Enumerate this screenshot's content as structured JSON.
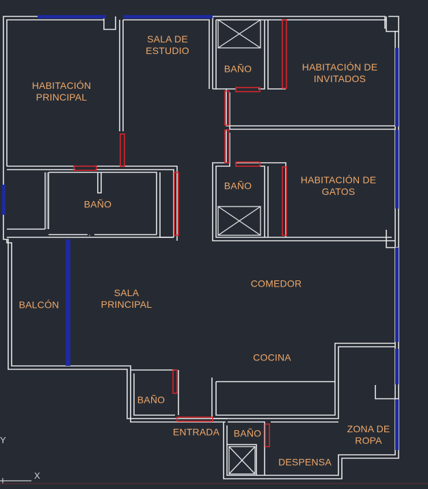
{
  "colors": {
    "background": "#262b33",
    "wall": "#e6e8ea",
    "window": "#1e2a9e",
    "door": "#d9262a",
    "label": "#f0a86a",
    "gray": "#9aa0a6"
  },
  "rooms": {
    "study": "SALA DE\nESTUDIO",
    "master_bedroom": "HABITACIÓN\nPRINCIPAL",
    "bath_top": "BAÑO",
    "guest_bedroom": "HABITACIÓN DE\nINVITADOS",
    "bath_mid": "BAÑO",
    "cats_bedroom": "HABITACIÓN DE\nGATOS",
    "bath_left": "BAÑO",
    "balcony": "BALCÓN",
    "living_room": "SALA\nPRINCIPAL",
    "dining": "COMEDOR",
    "kitchen": "COCINA",
    "bath_entry": "BAÑO",
    "entrance": "ENTRADA",
    "bath_small": "BAÑO",
    "pantry": "DESPENSA",
    "laundry": "ZONA DE\nROPA"
  },
  "axis": {
    "y": "Y",
    "x": "X"
  }
}
